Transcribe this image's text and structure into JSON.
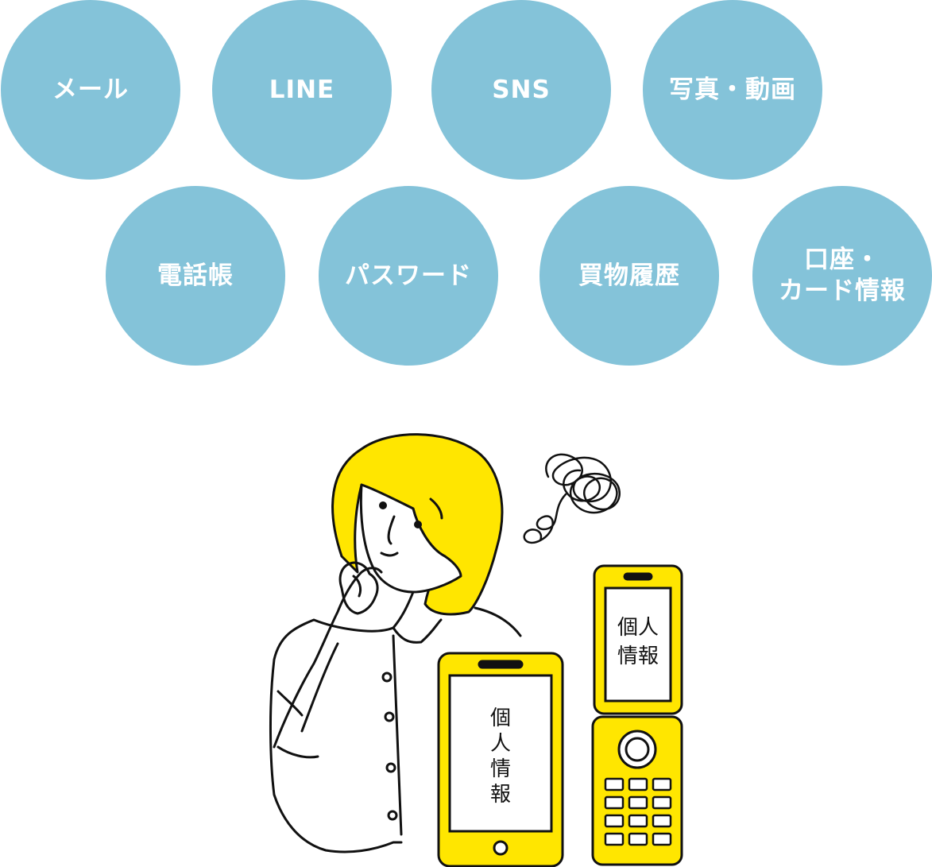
{
  "bubbles": [
    {
      "label": "メール"
    },
    {
      "label": "LINE"
    },
    {
      "label": "SNS"
    },
    {
      "label": "写真・動画"
    },
    {
      "label": "電話帳"
    },
    {
      "label": "パスワード"
    },
    {
      "label": "買物履歴"
    },
    {
      "label": "口座・\nカード情報"
    }
  ],
  "colors": {
    "bubble": "#84c3d9",
    "accent_yellow": "#ffe600",
    "line": "#111111"
  },
  "smartphone": {
    "screen_chars": [
      "個",
      "人",
      "情",
      "報"
    ]
  },
  "flip_phone": {
    "screen_lines": [
      "個人",
      "情報"
    ]
  }
}
